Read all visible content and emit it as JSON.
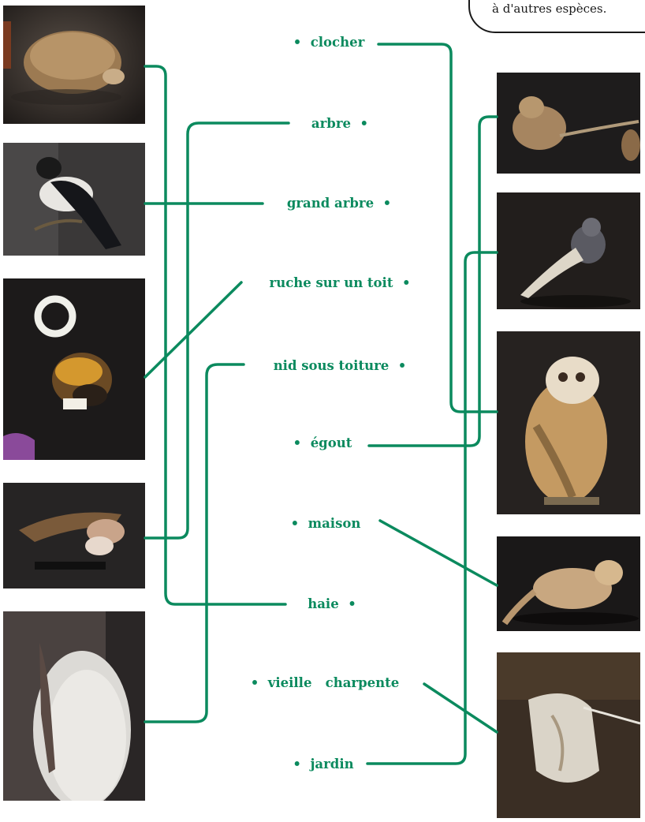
{
  "callout": {
    "text": "à d'autres espèces."
  },
  "colors": {
    "accent": "#0b8a5e"
  },
  "left_photos": [
    {
      "subject": "hedgehog"
    },
    {
      "subject": "magpie"
    },
    {
      "subject": "bumblebee"
    },
    {
      "subject": "barn swallow"
    },
    {
      "subject": "swift"
    }
  ],
  "right_photos": [
    {
      "subject": "brown rat"
    },
    {
      "subject": "pigeon"
    },
    {
      "subject": "barn owl"
    },
    {
      "subject": "stone marten"
    },
    {
      "subject": "bat"
    }
  ],
  "words": {
    "w1": "clocher",
    "w2": "arbre",
    "w3": "grand arbre",
    "w4": "ruche sur un toit",
    "w5": "nid sous toiture",
    "w6": "égout",
    "w7": "maison",
    "w8": "haie",
    "w9": "vieille   charpente",
    "w10": "jardin"
  },
  "bullet": "•"
}
